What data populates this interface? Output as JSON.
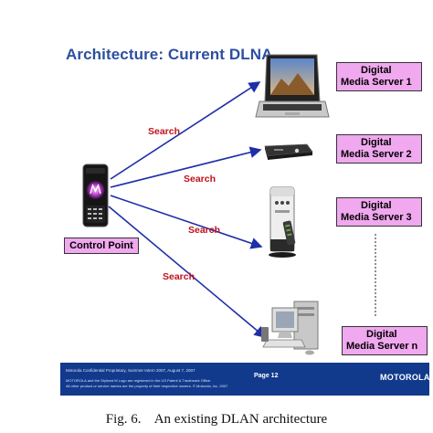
{
  "slide": {
    "title": "Architecture: Current DLNA"
  },
  "control_point": {
    "label": "Control Point"
  },
  "servers": [
    {
      "line1": "Digital",
      "line2": "Media Server 1"
    },
    {
      "line1": "Digital",
      "line2": "Media Server 2"
    },
    {
      "line1": "Digital",
      "line2": "Media Server 3"
    },
    {
      "line1": "Digital",
      "line2": "Media Server n"
    }
  ],
  "edges": [
    {
      "label": "Search"
    },
    {
      "label": "Search"
    },
    {
      "label": "Search"
    },
    {
      "label": "Search"
    }
  ],
  "footer": {
    "line1": "Motorola Confidential Proprietary, Summer Intern 2007, August 7, 2007",
    "line2": "MOTOROLA and the Stylized M Logo are registered in the US Patent & Trademark Office.",
    "line3": "All other product or service names are the property of their respective owners. © Motorola, Inc. 2007",
    "page": "Page 12",
    "logo": "MOTOROLA"
  },
  "caption": "Fig. 6.    An existing DLAN architecture",
  "colors": {
    "title": "#2c4fa0",
    "box_fill": "#f0a8ef",
    "arrow": "#1f2fa8",
    "search": "#c0121b",
    "footer": "#123a8c"
  },
  "icons": [
    "mobile-phone-icon",
    "laptop-icon",
    "set-top-box-icon",
    "media-tower-icon",
    "desktop-computer-icon",
    "motorola-logo-icon"
  ]
}
